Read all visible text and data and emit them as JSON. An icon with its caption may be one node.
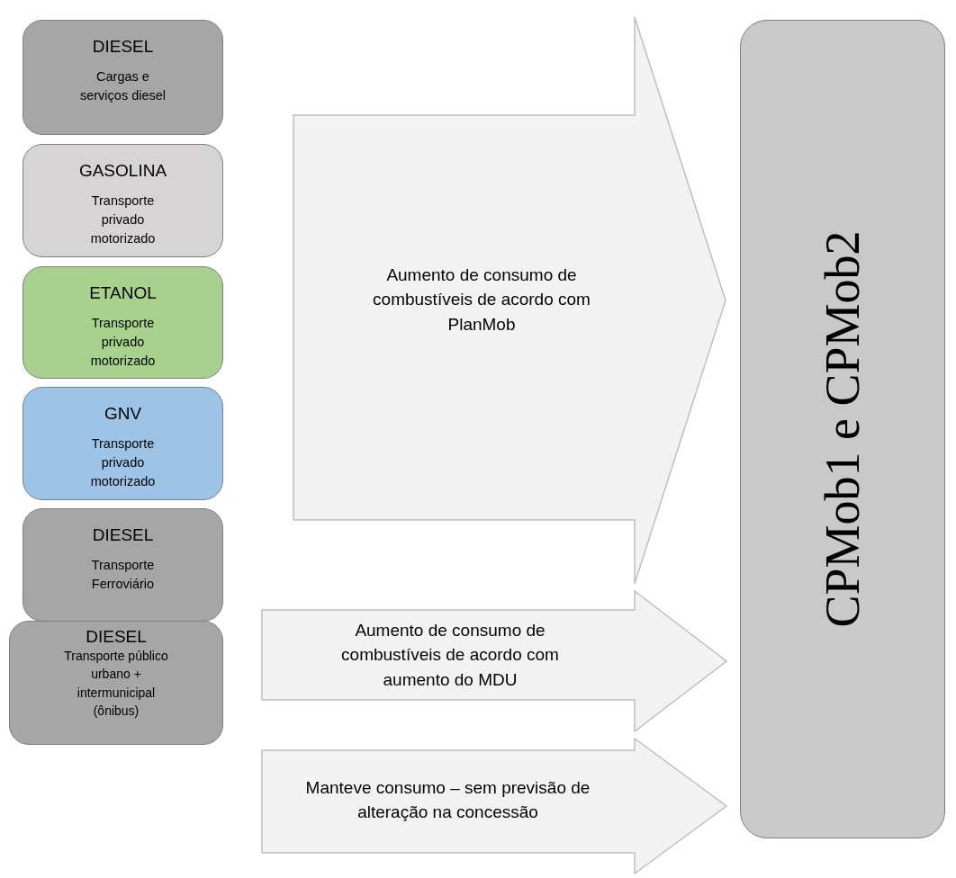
{
  "diagram": {
    "nodes": [
      {
        "text": [
          "DIESEL",
          "Cargas e serviços diesel"
        ]
      },
      {
        "text": [
          "GASOLINA",
          "Transporte privado motorizado"
        ]
      },
      {
        "text": [
          "ETANOL",
          "Transporte privado motorizado"
        ]
      },
      {
        "text": [
          "GNV",
          "Transporte privado motorizado"
        ]
      },
      {
        "text": [
          "DIESEL",
          "Transporte Ferroviário"
        ]
      },
      {
        "text": [
          "DIESEL",
          "Transporte público urbano + intermunicipal (ônibus)"
        ]
      },
      {
        "text": [
          "Aumento de consumo de combustíveis de acordo com PlanMob"
        ]
      },
      {
        "text": [
          "Aumento de consumo de combustíveis de acordo com aumento do MDU"
        ]
      },
      {
        "text": [
          "Manteve consumo – sem previsão de alteração na concessão"
        ]
      },
      {
        "text": [
          "CPMob1 e CPMob2"
        ]
      }
    ]
  }
}
